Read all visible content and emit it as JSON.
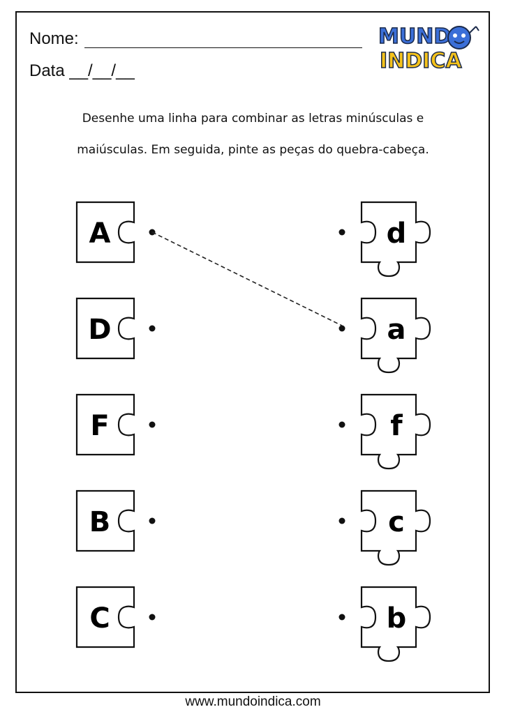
{
  "header": {
    "name_label": "Nome:",
    "date_label": "Data __/__/__"
  },
  "logo": {
    "line1": "MUNDO",
    "line2": "INDICA",
    "colors": {
      "blue": "#3b6fd8",
      "yellow": "#f4c21b",
      "dark": "#1b2a4a"
    }
  },
  "instructions": {
    "line1": "Desenhe uma linha para combinar as letras minúsculas e",
    "line2": "maiúsculas. Em seguida, pinte as peças do quebra-cabeça."
  },
  "uppercase": [
    "A",
    "D",
    "F",
    "B",
    "C"
  ],
  "lowercase": [
    "d",
    "a",
    "f",
    "c",
    "b"
  ],
  "example_match": {
    "from": "A",
    "to": "a"
  },
  "footer": {
    "url": "www.mundoindica.com"
  }
}
